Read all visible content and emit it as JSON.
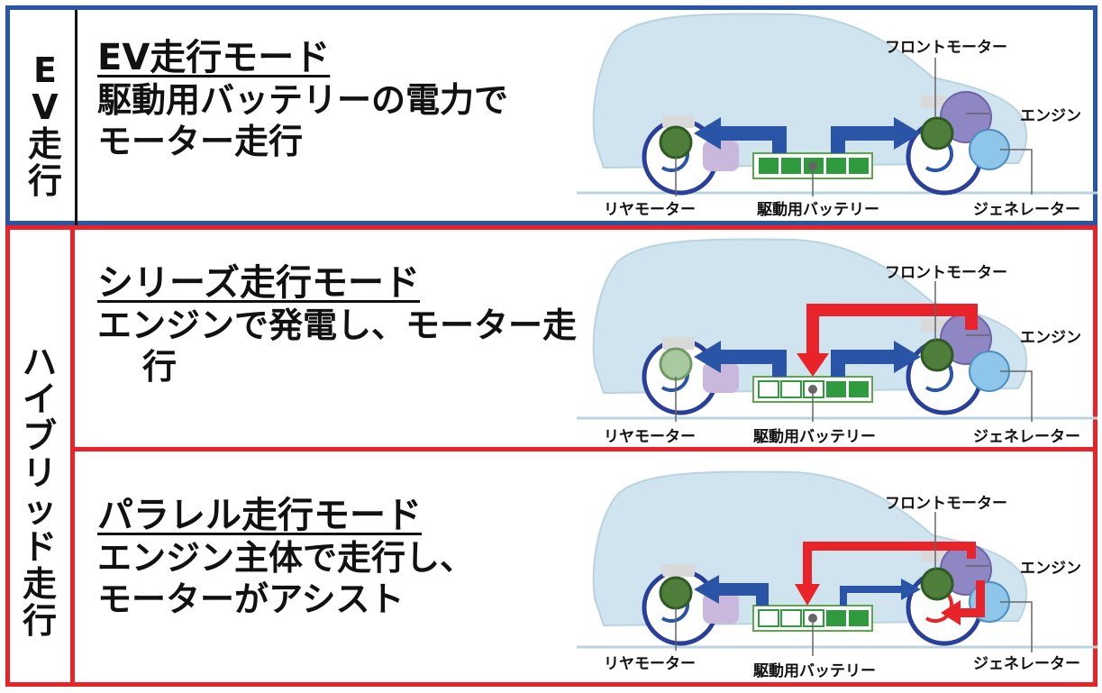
{
  "side_labels": {
    "ev": [
      "E",
      "V",
      "走",
      "行"
    ],
    "hybrid": [
      "ハ",
      "イ",
      "ブ",
      "リ",
      "ッ",
      "ド",
      "走",
      "行"
    ]
  },
  "modes": [
    {
      "title": "EV走行モード",
      "desc_line1": "駆動用バッテリーの電力で",
      "desc_line2": "モーター走行"
    },
    {
      "title": "シリーズ走行モード",
      "desc_line1": "エンジンで発電し、モーター走",
      "desc_line2": "行"
    },
    {
      "title": "パラレル走行モード",
      "desc_line1": "エンジン主体で走行し、",
      "desc_line2": "モーターがアシスト"
    }
  ],
  "component_labels": {
    "front_motor": "フロントモーター",
    "engine": "エンジン",
    "generator": "ジェネレーター",
    "rear_motor": "リヤモーター",
    "battery": "駆動用バッテリー"
  },
  "colors": {
    "ev_border": "#2a54a6",
    "hybrid_border": "#e8242a",
    "electric_flow": "#2a54a6",
    "engine_flow": "#e8242a",
    "car_body": "#cfe4ef"
  }
}
